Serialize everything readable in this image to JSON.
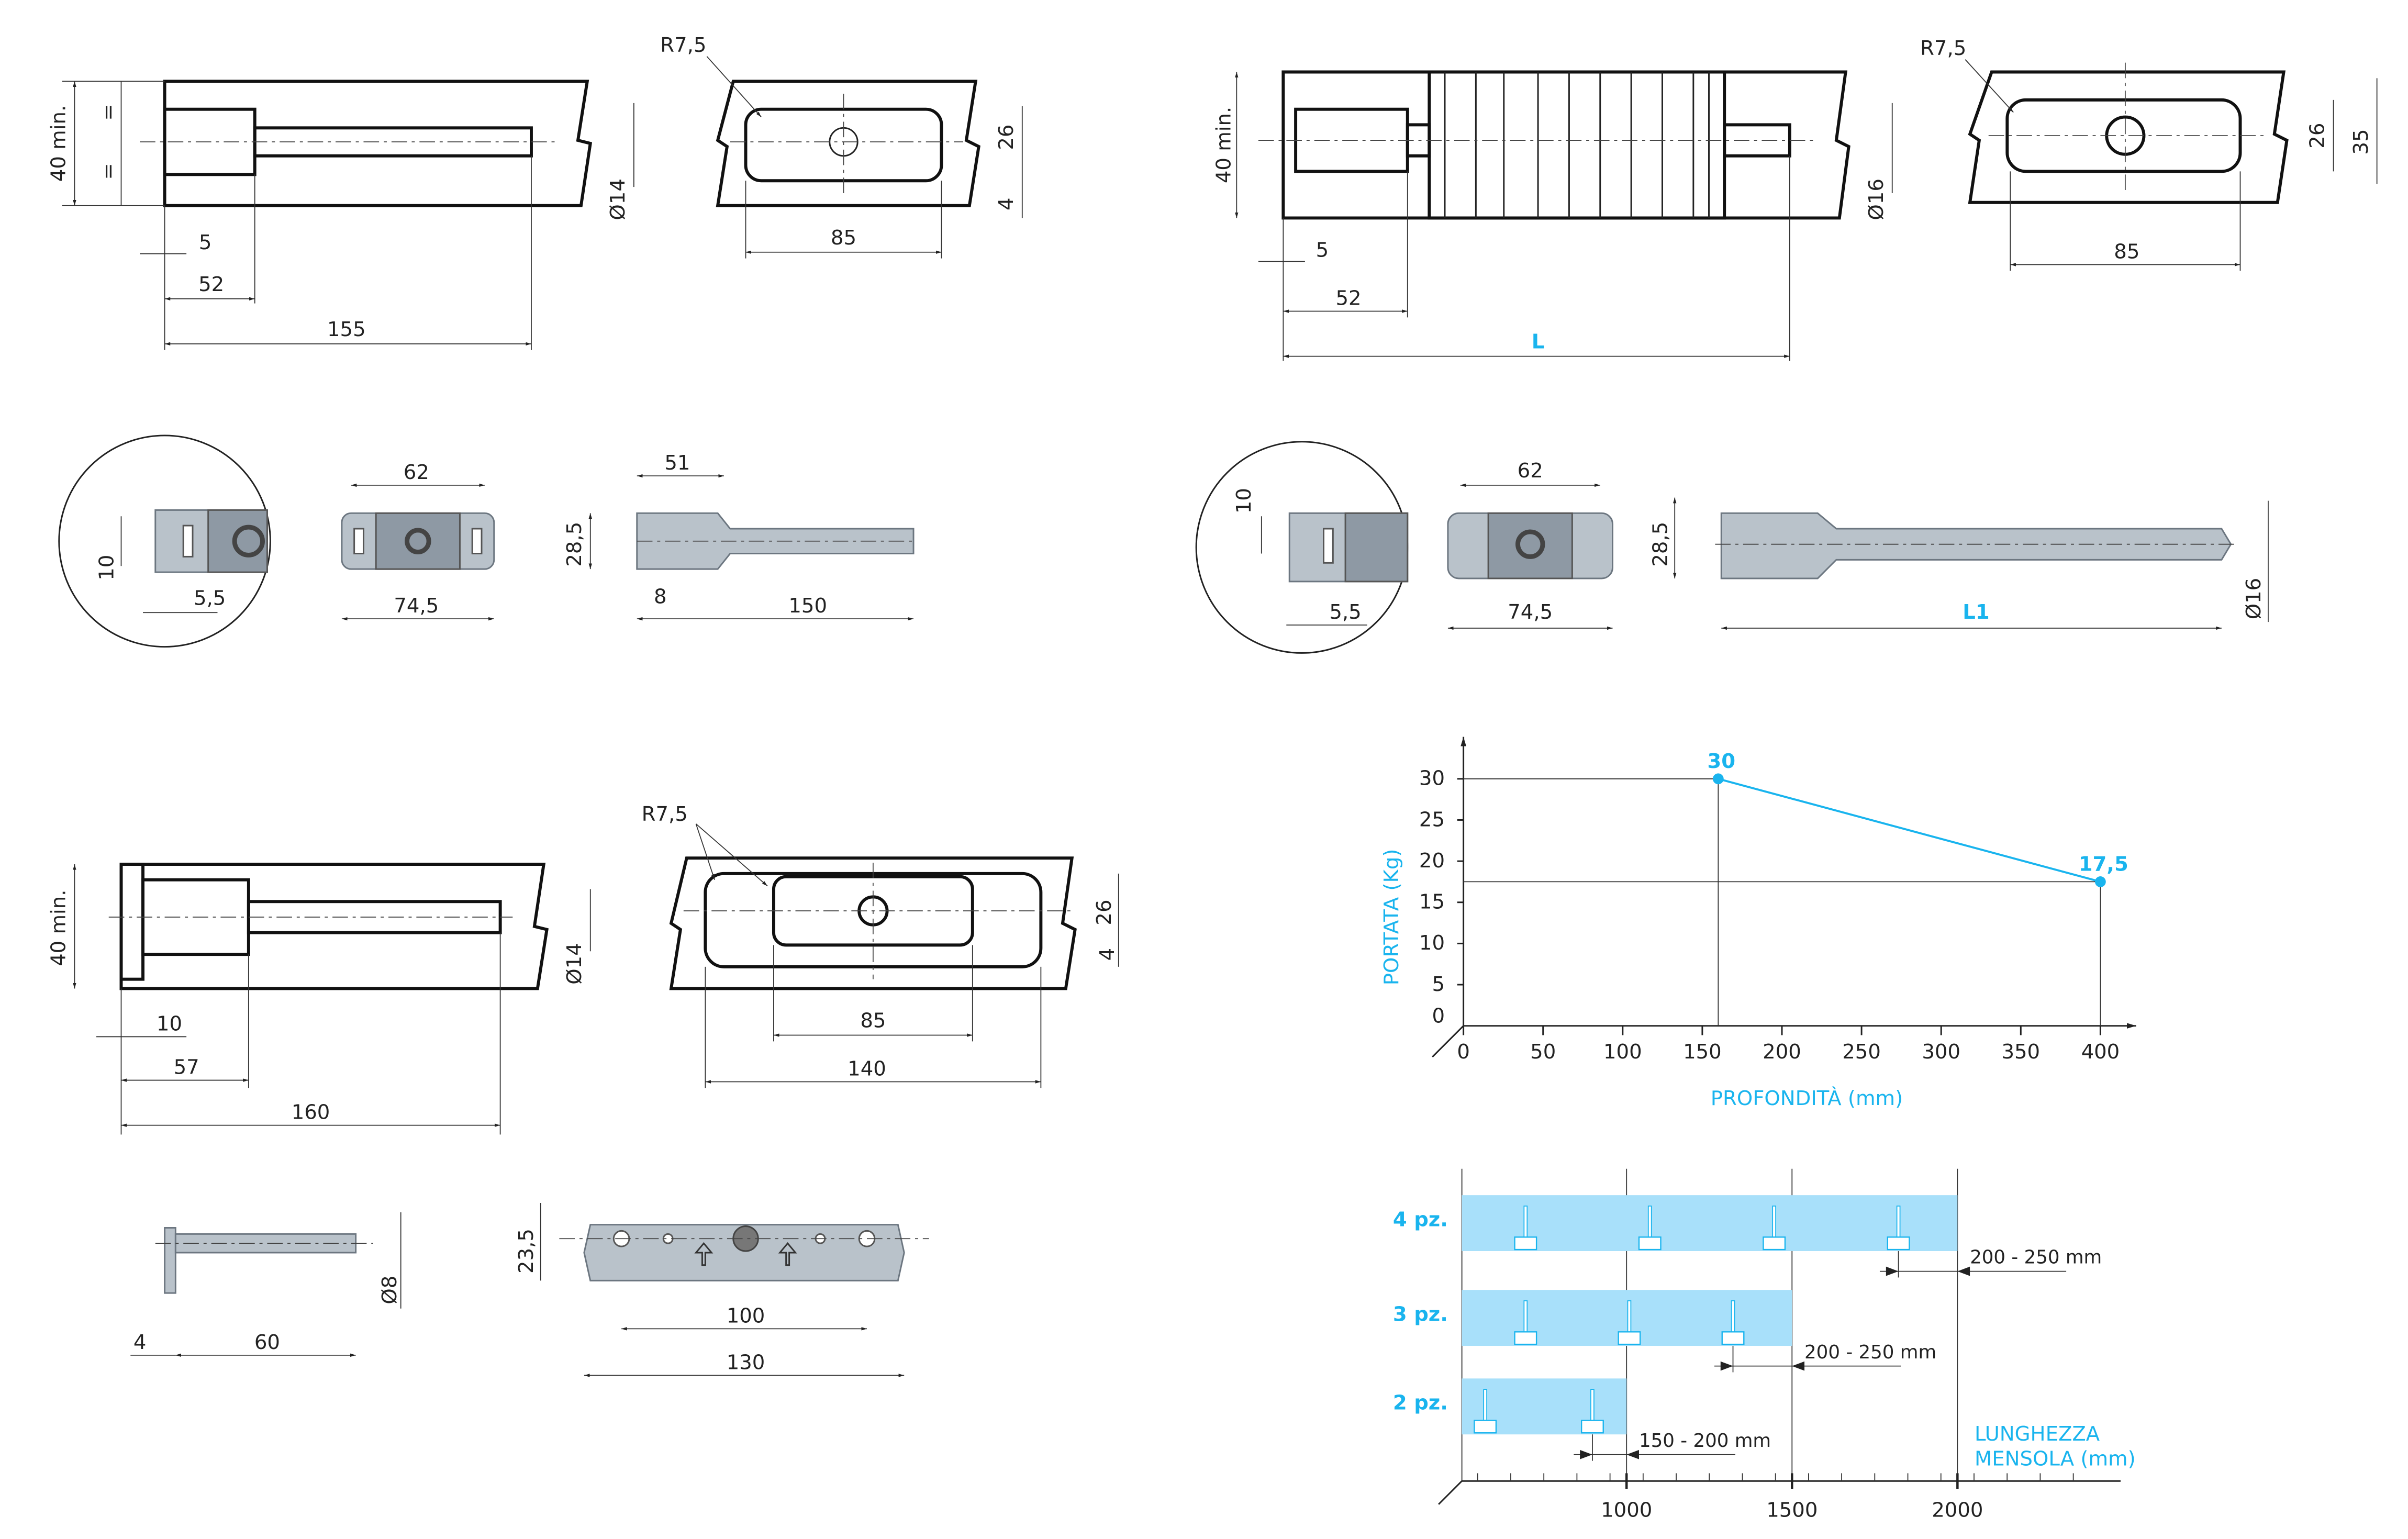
{
  "top_left": {
    "wall_depth": "40 min.",
    "equal_mark": "=",
    "d_5": "5",
    "d_52": "52",
    "d_155": "155",
    "diam": "Ø14",
    "radius": "R7,5",
    "d_26": "26",
    "d_4": "4",
    "d_85": "85"
  },
  "top_right": {
    "wall_depth": "40 min.",
    "d_5": "5",
    "d_52": "52",
    "d_L": "L",
    "diam": "Ø16",
    "radius": "R7,5",
    "d_26": "26",
    "d_35": "35",
    "d_85": "85"
  },
  "mid_left": {
    "d_10": "10",
    "d_5_5": "5,5",
    "d_62": "62",
    "d_74_5": "74,5",
    "d_51": "51",
    "d_28_5": "28,5",
    "d_8": "8",
    "d_150": "150"
  },
  "mid_right": {
    "d_10": "10",
    "d_5_5": "5,5",
    "d_62": "62",
    "d_74_5": "74,5",
    "d_28_5": "28,5",
    "d_L1": "L1",
    "diam": "Ø16"
  },
  "low_left": {
    "wall_depth": "40 min.",
    "d_10": "10",
    "d_57": "57",
    "d_160": "160",
    "diam": "Ø14",
    "radius": "R7,5",
    "d_26": "26",
    "d_4": "4",
    "d_85": "85",
    "d_140": "140"
  },
  "bottom_left": {
    "d_4": "4",
    "d_60": "60",
    "diam": "Ø8",
    "d_23_5": "23,5",
    "d_100": "100",
    "d_130": "130"
  },
  "colors": {
    "accent": "#19b4ee",
    "band": "#a8e0fa"
  },
  "chart_data": [
    {
      "type": "line",
      "title": "",
      "xlabel": "PROFONDITÀ (mm)",
      "ylabel": "PORTATA (Kg)",
      "xlim": [
        0,
        400
      ],
      "ylim": [
        0,
        30
      ],
      "xticks": [
        "0",
        "50",
        "100",
        "150",
        "200",
        "250",
        "300",
        "350",
        "400"
      ],
      "yticks": [
        "0",
        "5",
        "10",
        "15",
        "20",
        "25",
        "30"
      ],
      "grid": false,
      "points": [
        {
          "x": 160,
          "y": 30,
          "label": "30"
        },
        {
          "x": 400,
          "y": 17.5,
          "label": "17,5"
        }
      ]
    },
    {
      "type": "bar",
      "title": "",
      "xlabel": "LUNGHEZZA MENSOLA (mm)",
      "xticks": [
        "1000",
        "1500",
        "2000"
      ],
      "xlim": [
        500,
        2000
      ],
      "rows": [
        {
          "label": "4 pz.",
          "length": 2000,
          "supports": 4,
          "edge_distance": "200 - 250 mm"
        },
        {
          "label": "3 pz.",
          "length": 1500,
          "supports": 3,
          "edge_distance": "200 - 250 mm"
        },
        {
          "label": "2 pz.",
          "length": 1000,
          "supports": 2,
          "edge_distance": "150 - 200 mm"
        }
      ]
    }
  ]
}
